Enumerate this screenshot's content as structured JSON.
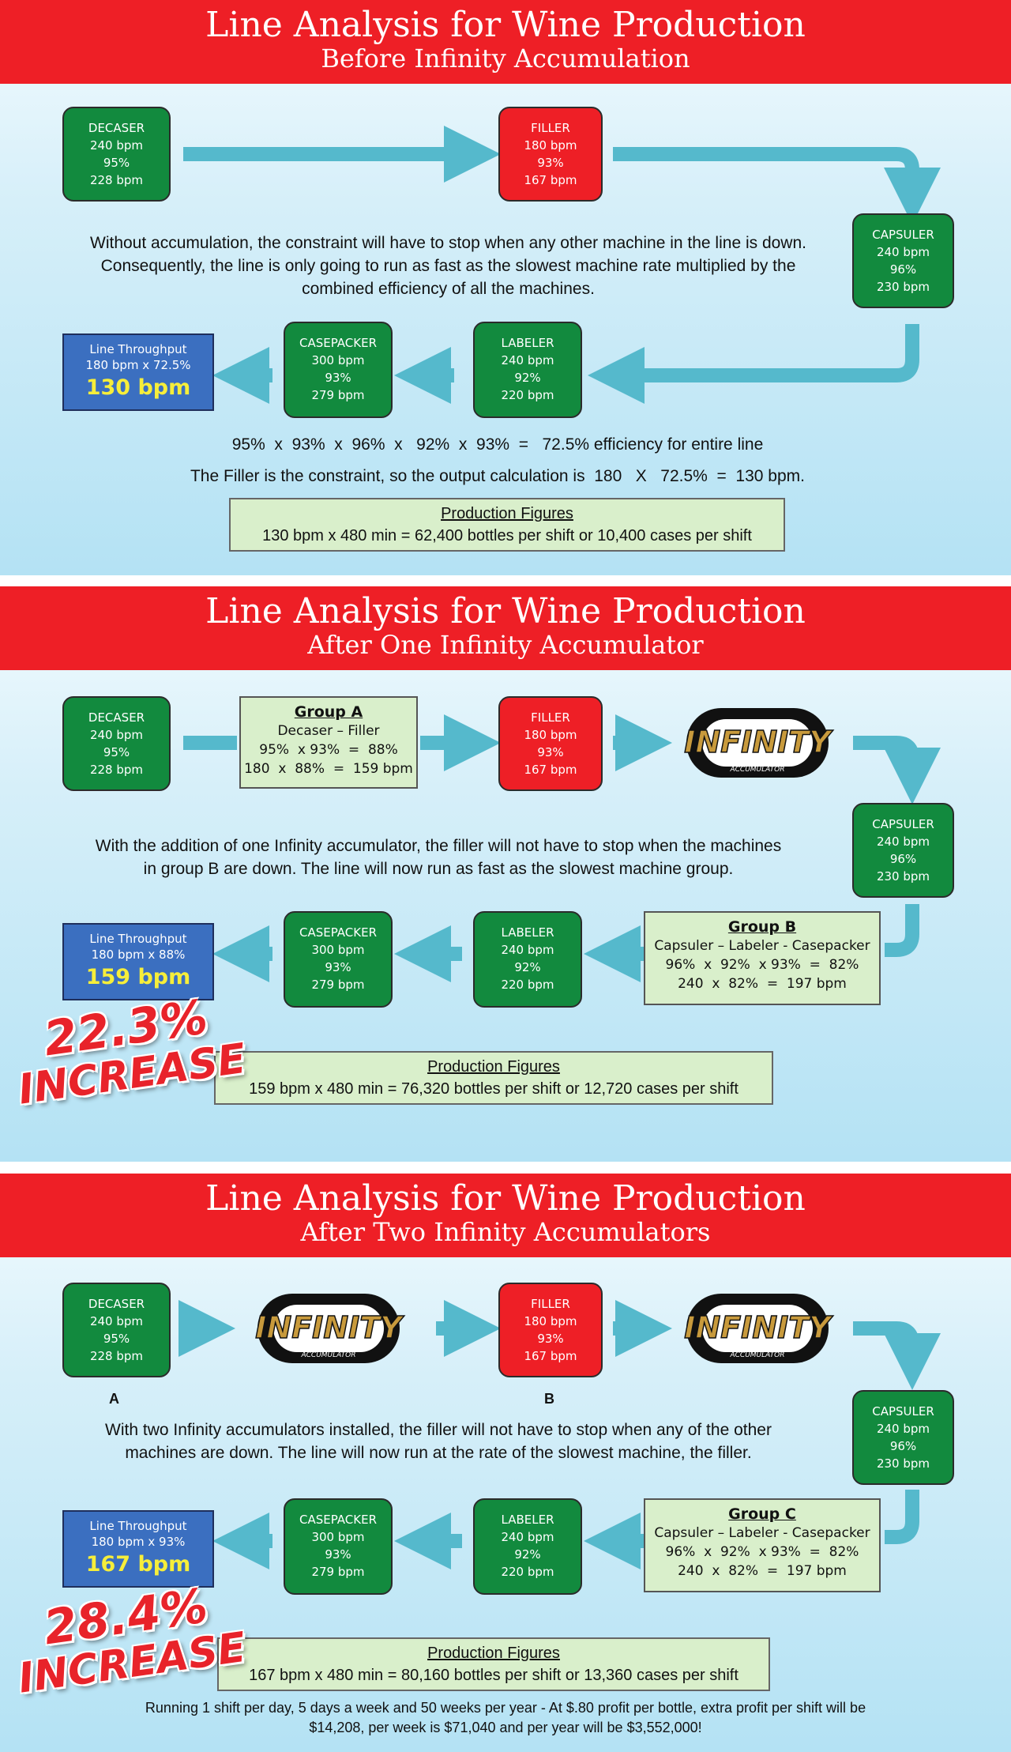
{
  "colors": {
    "banner": "#ee1f26",
    "machine_green": "#128a3e",
    "machine_red": "#ee1f26",
    "throughput_blue": "#3b6fc0",
    "highlight_yellow": "#f6ee3a",
    "arrow": "#55b9cc",
    "group_box": "#d9efcb"
  },
  "panel1": {
    "title": "Line Analysis for Wine Production",
    "subtitle": "Before Infinity Accumulation",
    "decaser": {
      "name": "DECASER",
      "rate": "240 bpm",
      "eff": "95%",
      "out": "228 bpm"
    },
    "filler": {
      "name": "FILLER",
      "rate": "180 bpm",
      "eff": "93%",
      "out": "167 bpm"
    },
    "capsuler": {
      "name": "CAPSULER",
      "rate": "240 bpm",
      "eff": "96%",
      "out": "230 bpm"
    },
    "labeler": {
      "name": "LABELER",
      "rate": "240 bpm",
      "eff": "92%",
      "out": "220 bpm"
    },
    "casepacker": {
      "name": "CASEPACKER",
      "rate": "300 bpm",
      "eff": "93%",
      "out": "279 bpm"
    },
    "throughput": {
      "label": "Line Throughput",
      "calc": "180 bpm x 72.5%",
      "value": "130 bpm"
    },
    "description": [
      "Without accumulation, the constraint will have to stop when any other machine in the line is down.",
      "Consequently, the line is only going to run as fast as the slowest machine rate multiplied by the",
      "combined efficiency of all the machines."
    ],
    "efficiency_line": "95%  x  93%  x  96%  x   92%  x  93%  =   72.5% efficiency for entire line",
    "constraint_line": "The Filler is the constraint, so the output calculation is  180   X   72.5%  =  130 bpm.",
    "production": {
      "title": "Production Figures",
      "text": "130 bpm x 480 min = 62,400 bottles per shift or 10,400 cases per shift"
    }
  },
  "panel2": {
    "title": "Line Analysis for Wine Production",
    "subtitle": "After One Infinity Accumulator",
    "decaser": {
      "name": "DECASER",
      "rate": "240 bpm",
      "eff": "95%",
      "out": "228 bpm"
    },
    "filler": {
      "name": "FILLER",
      "rate": "180 bpm",
      "eff": "93%",
      "out": "167 bpm"
    },
    "capsuler": {
      "name": "CAPSULER",
      "rate": "240 bpm",
      "eff": "96%",
      "out": "230 bpm"
    },
    "labeler": {
      "name": "LABELER",
      "rate": "240 bpm",
      "eff": "92%",
      "out": "220 bpm"
    },
    "casepacker": {
      "name": "CASEPACKER",
      "rate": "300 bpm",
      "eff": "93%",
      "out": "279 bpm"
    },
    "group_a": {
      "title": "Group A",
      "members": "Decaser – Filler",
      "calc1": "95%  x 93%  =  88%",
      "calc2": "180  x  88%  =  159 bpm"
    },
    "group_b": {
      "title": "Group B",
      "members": "Capsuler – Labeler - Casepacker",
      "calc1": "96%  x  92%  x 93%  =  82%",
      "calc2": "240  x  82%  =  197 bpm"
    },
    "throughput": {
      "label": "Line Throughput",
      "calc": "180 bpm x 88%",
      "value": "159 bpm"
    },
    "description": [
      "With the addition of one Infinity accumulator, the filler will not have to stop when the machines",
      "in group B are down. The line will now run as fast as the slowest machine group."
    ],
    "increase": {
      "pct": "22.3%",
      "word": "INCREASE"
    },
    "production": {
      "title": "Production Figures",
      "text": "159 bpm x 480 min = 76,320 bottles per shift or 12,720 cases per shift"
    },
    "logo": {
      "word": "INFINITY",
      "sub": "ACCUMULATOR"
    }
  },
  "panel3": {
    "title": "Line Analysis for Wine Production",
    "subtitle": "After Two Infinity Accumulators",
    "decaser": {
      "name": "DECASER",
      "rate": "240 bpm",
      "eff": "95%",
      "out": "228 bpm"
    },
    "filler": {
      "name": "FILLER",
      "rate": "180 bpm",
      "eff": "93%",
      "out": "167 bpm"
    },
    "capsuler": {
      "name": "CAPSULER",
      "rate": "240 bpm",
      "eff": "96%",
      "out": "230 bpm"
    },
    "labeler": {
      "name": "LABELER",
      "rate": "240 bpm",
      "eff": "92%",
      "out": "220 bpm"
    },
    "casepacker": {
      "name": "CASEPACKER",
      "rate": "300 bpm",
      "eff": "93%",
      "out": "279 bpm"
    },
    "label_a": "A",
    "label_b": "B",
    "group_c": {
      "title": "Group C",
      "members": "Capsuler – Labeler - Casepacker",
      "calc1": "96%  x  92%  x 93%  =  82%",
      "calc2": "240  x  82%  =  197 bpm"
    },
    "throughput": {
      "label": "Line Throughput",
      "calc": "180 bpm x 93%",
      "value": "167 bpm"
    },
    "description": [
      "With two Infinity accumulators installed, the filler will not have to stop when any of the other",
      "machines are down. The line will now run at the rate of the slowest machine, the filler."
    ],
    "increase": {
      "pct": "28.4%",
      "word": "INCREASE"
    },
    "production": {
      "title": "Production Figures",
      "text": "167 bpm x 480 min = 80,160 bottles per shift or 13,360 cases per shift"
    },
    "logo": {
      "word": "INFINITY",
      "sub": "ACCUMULATOR"
    },
    "footer": [
      "Running 1 shift per day, 5 days a week and 50 weeks per year - At $.80 profit per bottle, extra profit per shift will be",
      "$14,208, per week is $71,040 and per year will be $3,552,000!"
    ]
  }
}
